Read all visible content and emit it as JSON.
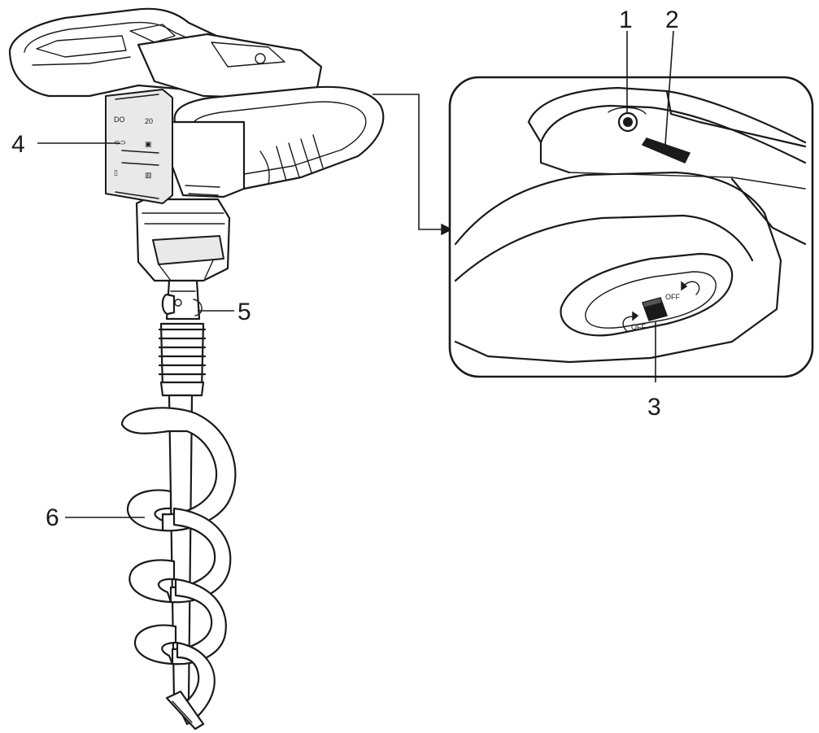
{
  "callouts": [
    {
      "id": "1",
      "label": "1"
    },
    {
      "id": "2",
      "label": "2"
    },
    {
      "id": "3",
      "label": "3"
    },
    {
      "id": "4",
      "label": "4"
    },
    {
      "id": "5",
      "label": "5"
    },
    {
      "id": "6",
      "label": "6"
    }
  ],
  "switch_marks": {
    "left": "OFF",
    "right": "OFF"
  }
}
